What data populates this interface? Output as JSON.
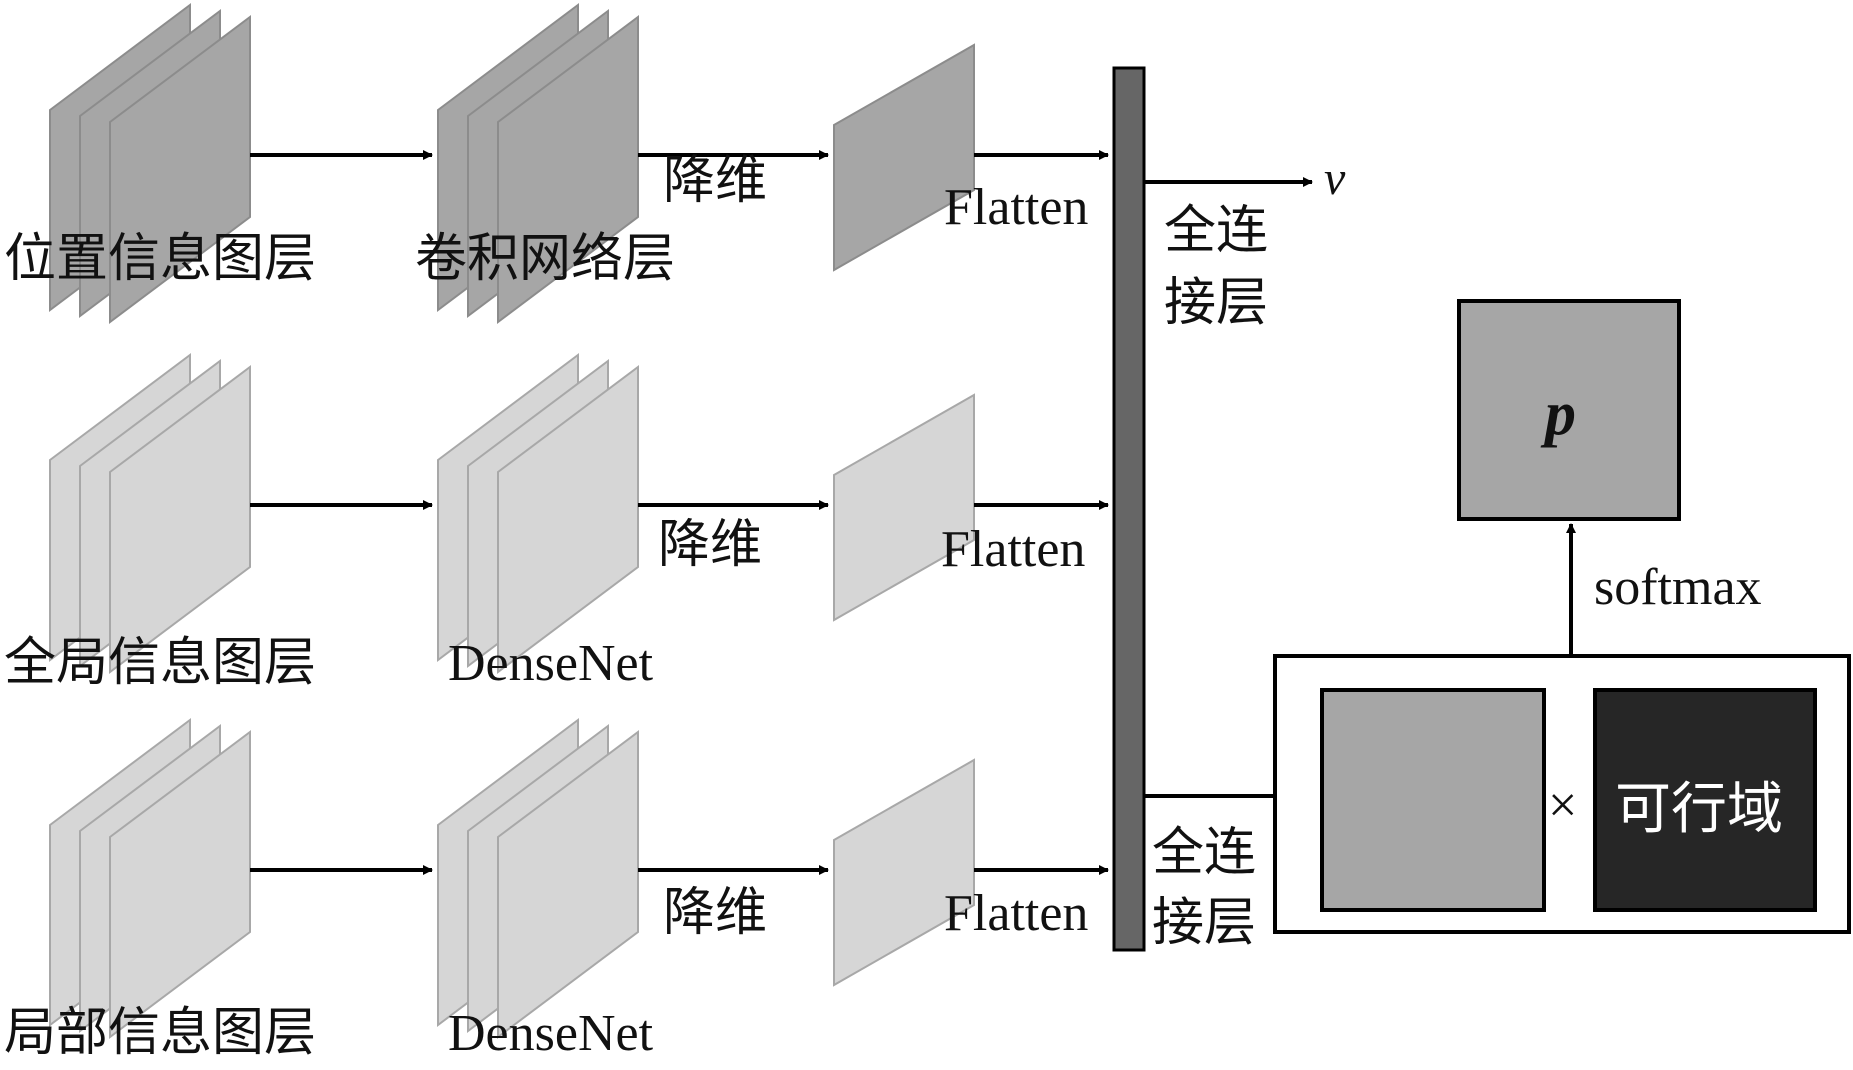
{
  "rows": [
    {
      "input_label": "位置信息图层",
      "network_label": "卷积网络层",
      "reduce_label": "降维",
      "flatten_label": "Flatten",
      "fill": "#a6a6a6",
      "stroke": "#8c8c8c"
    },
    {
      "input_label": "全局信息图层",
      "network_label": "DenseNet",
      "reduce_label": "降维",
      "flatten_label": "Flatten",
      "fill": "#d6d6d6",
      "stroke": "#a8a8a8"
    },
    {
      "input_label": "局部信息图层",
      "network_label": "DenseNet",
      "reduce_label": "降维",
      "flatten_label": "Flatten",
      "fill": "#d6d6d6",
      "stroke": "#a8a8a8"
    }
  ],
  "fc_top": {
    "line1": "全连",
    "line2": "接层"
  },
  "fc_bottom": {
    "line1": "全连",
    "line2": "接层"
  },
  "value_output": "v",
  "policy_output": "p",
  "softmax_label": "softmax",
  "multiply_symbol": "×",
  "feasible_label": "可行域",
  "colors": {
    "concat_bar": "#666666",
    "p_box": "#a6a6a6",
    "gray_box": "#a6a6a6",
    "feasible_box": "#262626"
  }
}
